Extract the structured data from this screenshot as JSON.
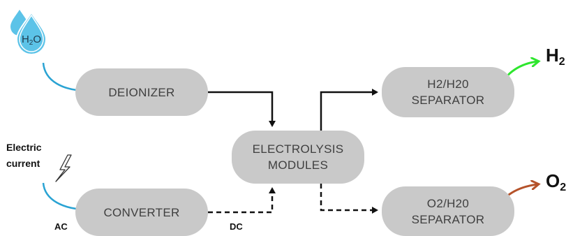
{
  "nodes": {
    "deionizer": "DEIONIZER",
    "electrolysis": [
      "ELECTROLYSIS",
      "MODULES"
    ],
    "converter": "CONVERTER",
    "h2_separator": [
      "H2/H20",
      "SEPARATOR"
    ],
    "o2_separator": [
      "O2/H20",
      "SEPARATOR"
    ]
  },
  "labels": {
    "electric_current": [
      "Electric",
      "current"
    ],
    "ac": "AC",
    "dc": "DC",
    "h2": {
      "base": "H",
      "sub": "2"
    },
    "o2": {
      "base": "O",
      "sub": "2"
    },
    "water_icon": {
      "base": "H",
      "sub": "2",
      "tail": "O"
    }
  },
  "colors": {
    "node_fill": "#c9c9c9",
    "water_arrow": "#2aa3d3",
    "electric_arrow": "#2aa3d3",
    "h2_arrow": "#2ee62e",
    "o2_arrow": "#b5522a",
    "water_drop": "#5cc3e8"
  },
  "icons": [
    "water-drop-icon",
    "lightning-bolt-icon"
  ]
}
